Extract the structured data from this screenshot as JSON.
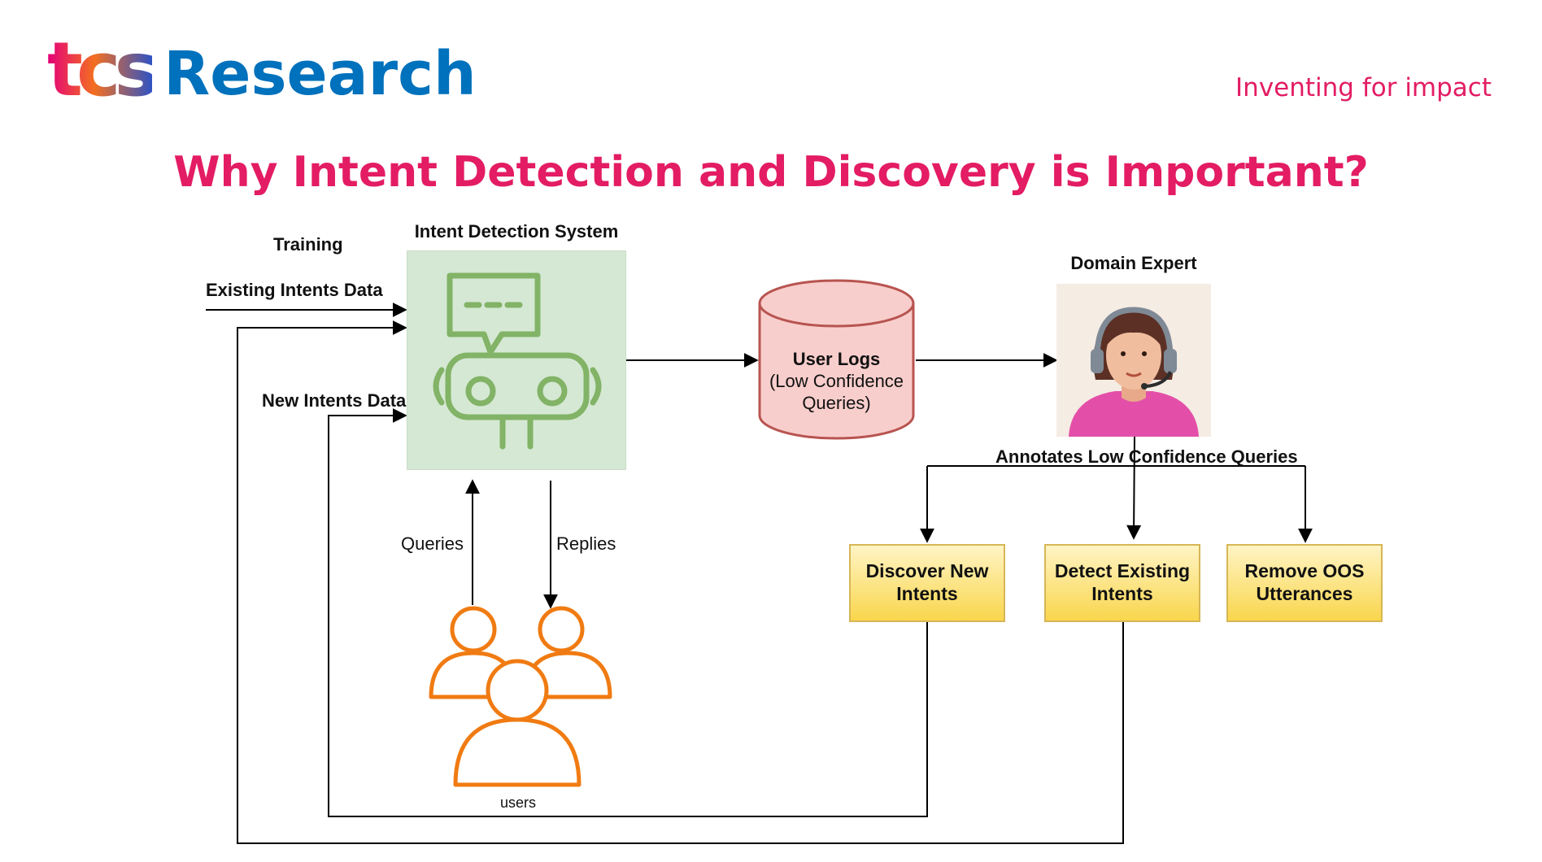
{
  "header": {
    "logo_mark": "tcs",
    "logo_text": "Research",
    "tagline": "Inventing for impact"
  },
  "title": "Why Intent Detection and Discovery is  Important?",
  "diagram": {
    "training_label": "Training",
    "system_label": "Intent Detection System",
    "existing_data_label": "Existing Intents Data",
    "new_data_label": "New Intents Data",
    "user_logs": {
      "title": "User Logs",
      "subtitle_1": "(Low Confidence",
      "subtitle_2": "Queries)"
    },
    "expert_label": "Domain Expert",
    "annotate_label": "Annotates Low Confidence Queries",
    "queries_label": "Queries",
    "replies_label": "Replies",
    "users_label": "users",
    "actions": [
      {
        "line1": "Discover New",
        "line2": "Intents"
      },
      {
        "line1": "Detect Existing",
        "line2": "Intents"
      },
      {
        "line1": "Remove OOS",
        "line2": "Utterances"
      }
    ]
  },
  "colors": {
    "brand_pink": "#e31c63",
    "brand_blue": "#0071bc",
    "robot_green": "#82b366",
    "system_fill": "#d5e8d4",
    "db_fill": "#f8cecc",
    "db_stroke": "#b85450",
    "users_orange": "#f07b12",
    "action_fill": "#f9d64d"
  },
  "icons": {
    "system": "robot-chat-icon",
    "expert": "support-agent-icon",
    "users": "user-group-icon",
    "logs": "database-cylinder-icon"
  }
}
